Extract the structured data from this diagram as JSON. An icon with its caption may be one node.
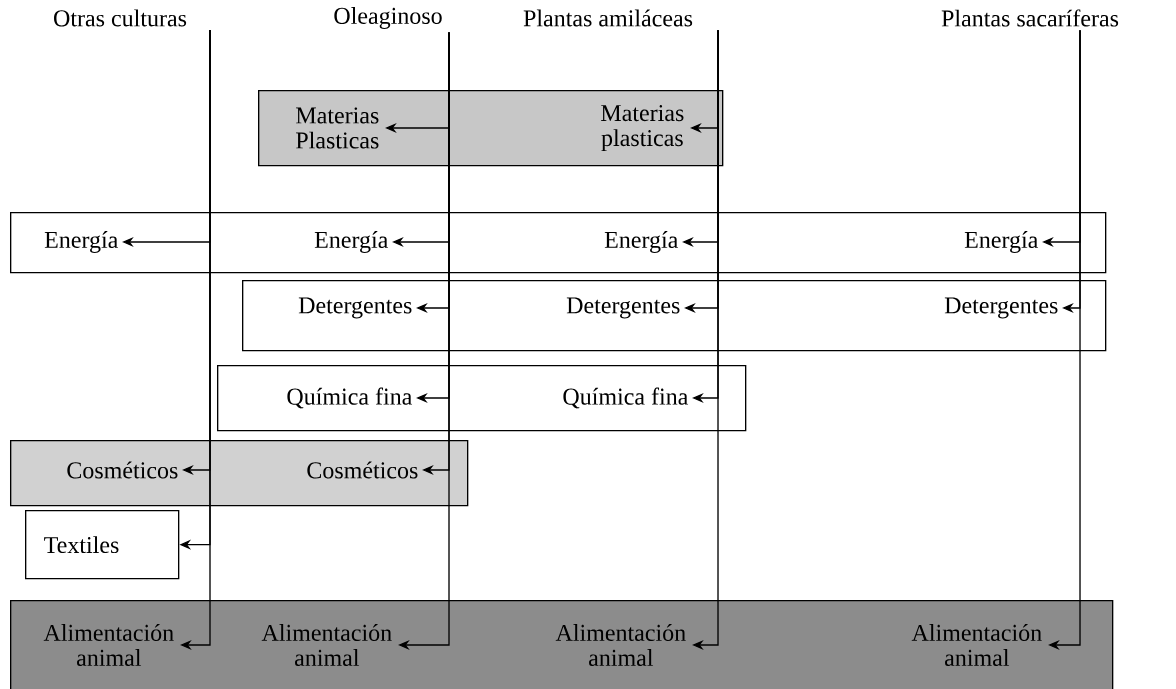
{
  "diagram": {
    "nodes": [
      {
        "text": [
          "Otras culturas"
        ]
      },
      {
        "text": [
          "Oleaginoso"
        ]
      },
      {
        "text": [
          "Plantas amiláceas"
        ]
      },
      {
        "text": [
          "Plantas sacaríferas"
        ]
      },
      {
        "text": [],
        "shape": "box"
      },
      {
        "text": [
          "Materias Plasticas"
        ],
        "in": 4
      },
      {
        "text": [
          "Materias plasticas"
        ],
        "in": 4
      },
      {
        "text": [],
        "shape": "box"
      },
      {
        "text": [
          "Energía"
        ],
        "in": 7
      },
      {
        "text": [
          "Energía"
        ],
        "in": 7
      },
      {
        "text": [
          "Energía"
        ],
        "in": 7
      },
      {
        "text": [
          "Energía"
        ],
        "in": 7
      },
      {
        "text": [],
        "shape": "box"
      },
      {
        "text": [
          "Detergentes"
        ],
        "in": 12
      },
      {
        "text": [
          "Detergentes"
        ],
        "in": 12
      },
      {
        "text": [
          "Detergentes"
        ],
        "in": 12
      },
      {
        "text": [],
        "shape": "box"
      },
      {
        "text": [
          "Química fina"
        ],
        "in": 16
      },
      {
        "text": [
          "Química fina"
        ],
        "in": 16
      },
      {
        "text": [],
        "shape": "box"
      },
      {
        "text": [
          "Cosméticos"
        ],
        "in": 19
      },
      {
        "text": [
          "Cosméticos"
        ],
        "in": 19
      },
      {
        "text": [
          "Textiles"
        ]
      },
      {
        "text": [],
        "shape": "box"
      },
      {
        "text": [
          "Alimentación animal"
        ],
        "in": 23
      },
      {
        "text": [
          "Alimentación animal"
        ],
        "in": 23
      },
      {
        "text": [
          "Alimentación animal"
        ],
        "in": 23
      },
      {
        "text": [
          "Alimentación animal"
        ],
        "in": 23
      }
    ],
    "edges": [
      {
        "from": 1,
        "to": 5,
        "arrow": "to"
      },
      {
        "from": 2,
        "to": 6,
        "arrow": "to"
      },
      {
        "from": 0,
        "to": 8,
        "arrow": "to"
      },
      {
        "from": 1,
        "to": 9,
        "arrow": "to"
      },
      {
        "from": 2,
        "to": 10,
        "arrow": "to"
      },
      {
        "from": 3,
        "to": 11,
        "arrow": "to"
      },
      {
        "from": 1,
        "to": 13,
        "arrow": "to"
      },
      {
        "from": 2,
        "to": 14,
        "arrow": "to"
      },
      {
        "from": 3,
        "to": 15,
        "arrow": "to"
      },
      {
        "from": 1,
        "to": 17,
        "arrow": "to"
      },
      {
        "from": 2,
        "to": 18,
        "arrow": "to"
      },
      {
        "from": 0,
        "to": 20,
        "arrow": "to"
      },
      {
        "from": 1,
        "to": 21,
        "arrow": "to"
      },
      {
        "from": 0,
        "to": 22,
        "arrow": "to"
      },
      {
        "from": 0,
        "to": 24,
        "arrow": "to"
      },
      {
        "from": 1,
        "to": 25,
        "arrow": "to"
      },
      {
        "from": 2,
        "to": 26,
        "arrow": "to"
      },
      {
        "from": 3,
        "to": 27,
        "arrow": "to"
      }
    ]
  }
}
